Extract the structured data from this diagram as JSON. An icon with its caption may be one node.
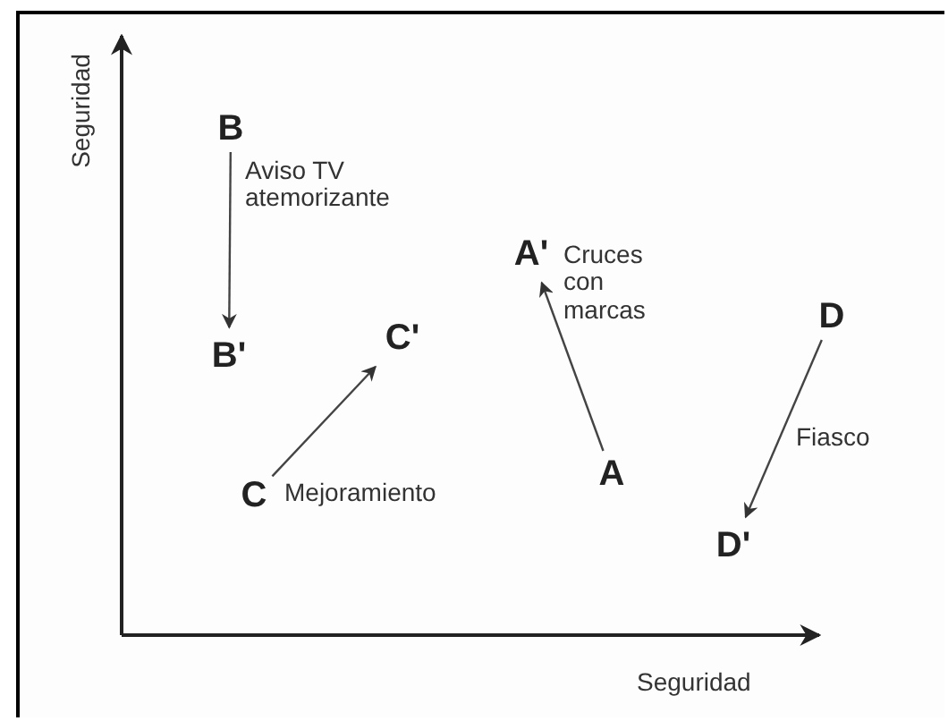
{
  "diagram": {
    "nodes": [
      {
        "text": [
          "B"
        ]
      },
      {
        "text": [
          "B'"
        ]
      },
      {
        "text": [
          "C'"
        ]
      },
      {
        "text": [
          "C"
        ]
      },
      {
        "text": [
          "A'"
        ]
      },
      {
        "text": [
          "A"
        ]
      },
      {
        "text": [
          "D"
        ]
      },
      {
        "text": [
          "D'"
        ]
      }
    ],
    "edges": [
      {
        "from": 0,
        "to": 1,
        "arrow": "to",
        "label": "Aviso TV atemorizante"
      },
      {
        "from": 3,
        "to": 2,
        "arrow": "to",
        "label": "Mejoramiento"
      },
      {
        "from": 5,
        "to": 4,
        "arrow": "to",
        "label": "Cruces con marcas"
      },
      {
        "from": 6,
        "to": 7,
        "arrow": "to",
        "label": "Fiasco"
      }
    ],
    "labels": [
      "Seguridad",
      "Seguridad"
    ]
  }
}
